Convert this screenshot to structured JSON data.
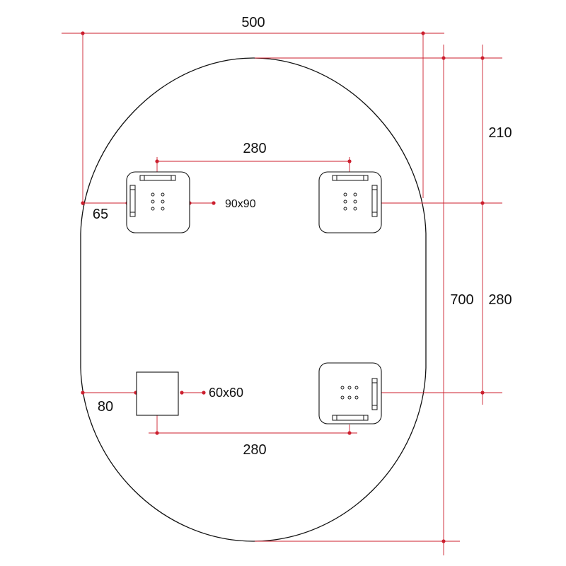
{
  "colors": {
    "dimension": "#cc1f2e",
    "outline": "#111111",
    "background": "#ffffff"
  },
  "labels": {
    "overall_width": "500",
    "top_spacing": "280",
    "edge_offset_top": "65",
    "pad_size": "90x90",
    "overall_height": "700",
    "top_offset": "210",
    "vertical_spacing": "280",
    "edge_offset_bottom": "80",
    "post_size": "60x60",
    "bottom_spacing": "280"
  }
}
